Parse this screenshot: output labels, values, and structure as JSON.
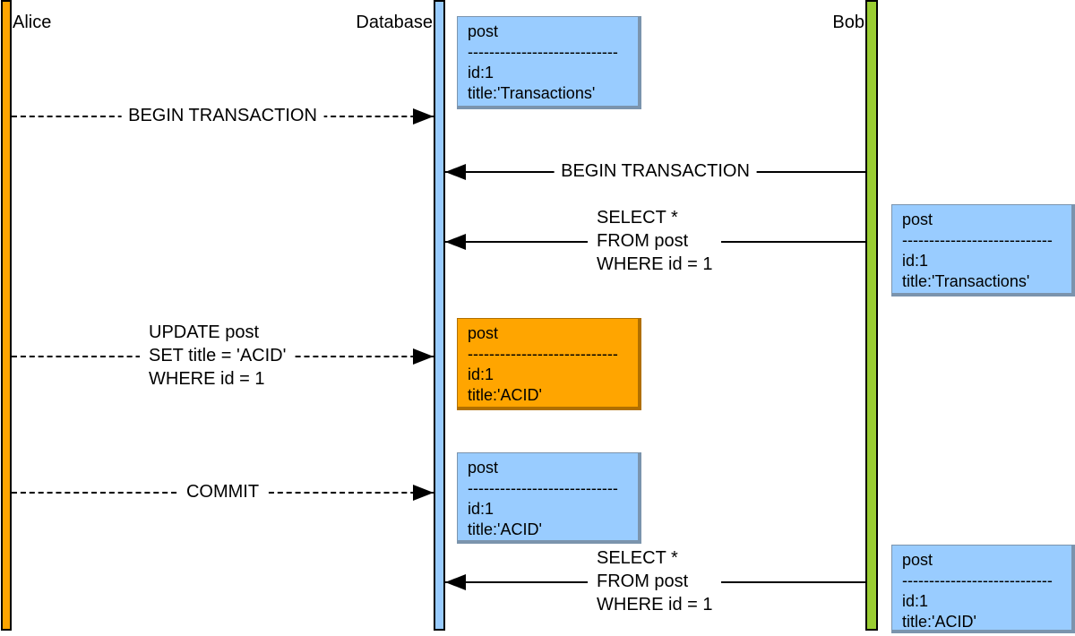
{
  "diagram": {
    "type": "sequence-diagram",
    "actors": {
      "alice": {
        "label": "Alice",
        "color": "#FFA500"
      },
      "database": {
        "label": "Database",
        "color": "#99CCFF"
      },
      "bob": {
        "label": "Bob",
        "color": "#9ACD32"
      }
    },
    "messages": {
      "begin_tx_alice": {
        "label": "BEGIN TRANSACTION",
        "from": "Alice",
        "to": "Database",
        "style": "dashed"
      },
      "begin_tx_bob": {
        "label": "BEGIN TRANSACTION",
        "from": "Bob",
        "to": "Database",
        "style": "solid"
      },
      "select_bob_1": {
        "line1": "SELECT *",
        "line2": "FROM post",
        "line3": "WHERE id = 1",
        "from": "Bob",
        "to": "Database",
        "style": "solid"
      },
      "update_alice": {
        "line1": "UPDATE post",
        "line2": "SET title = 'ACID'",
        "line3": "WHERE id = 1",
        "from": "Alice",
        "to": "Database",
        "style": "dashed"
      },
      "commit_alice": {
        "label": "COMMIT",
        "from": "Alice",
        "to": "Database",
        "style": "dashed"
      },
      "select_bob_2": {
        "line1": "SELECT *",
        "line2": "FROM post",
        "line3": "WHERE id = 1",
        "from": "Bob",
        "to": "Database",
        "style": "solid"
      }
    },
    "notes": {
      "db_transactions": {
        "entity": "post",
        "separator": "----------------------------",
        "field_id": "id:1",
        "field_title": "title:'Transactions'",
        "color": "#99CCFF"
      },
      "bob_transactions": {
        "entity": "post",
        "separator": "----------------------------",
        "field_id": "id:1",
        "field_title": "title:'Transactions'",
        "color": "#99CCFF"
      },
      "db_acid_uncommitted": {
        "entity": "post",
        "separator": "----------------------------",
        "field_id": "id:1",
        "field_title": "title:'ACID'",
        "color": "#FFA500"
      },
      "db_acid_committed": {
        "entity": "post",
        "separator": "----------------------------",
        "field_id": "id:1",
        "field_title": "title:'ACID'",
        "color": "#99CCFF"
      },
      "bob_acid": {
        "entity": "post",
        "separator": "----------------------------",
        "field_id": "id:1",
        "field_title": "title:'ACID'",
        "color": "#99CCFF"
      }
    }
  }
}
